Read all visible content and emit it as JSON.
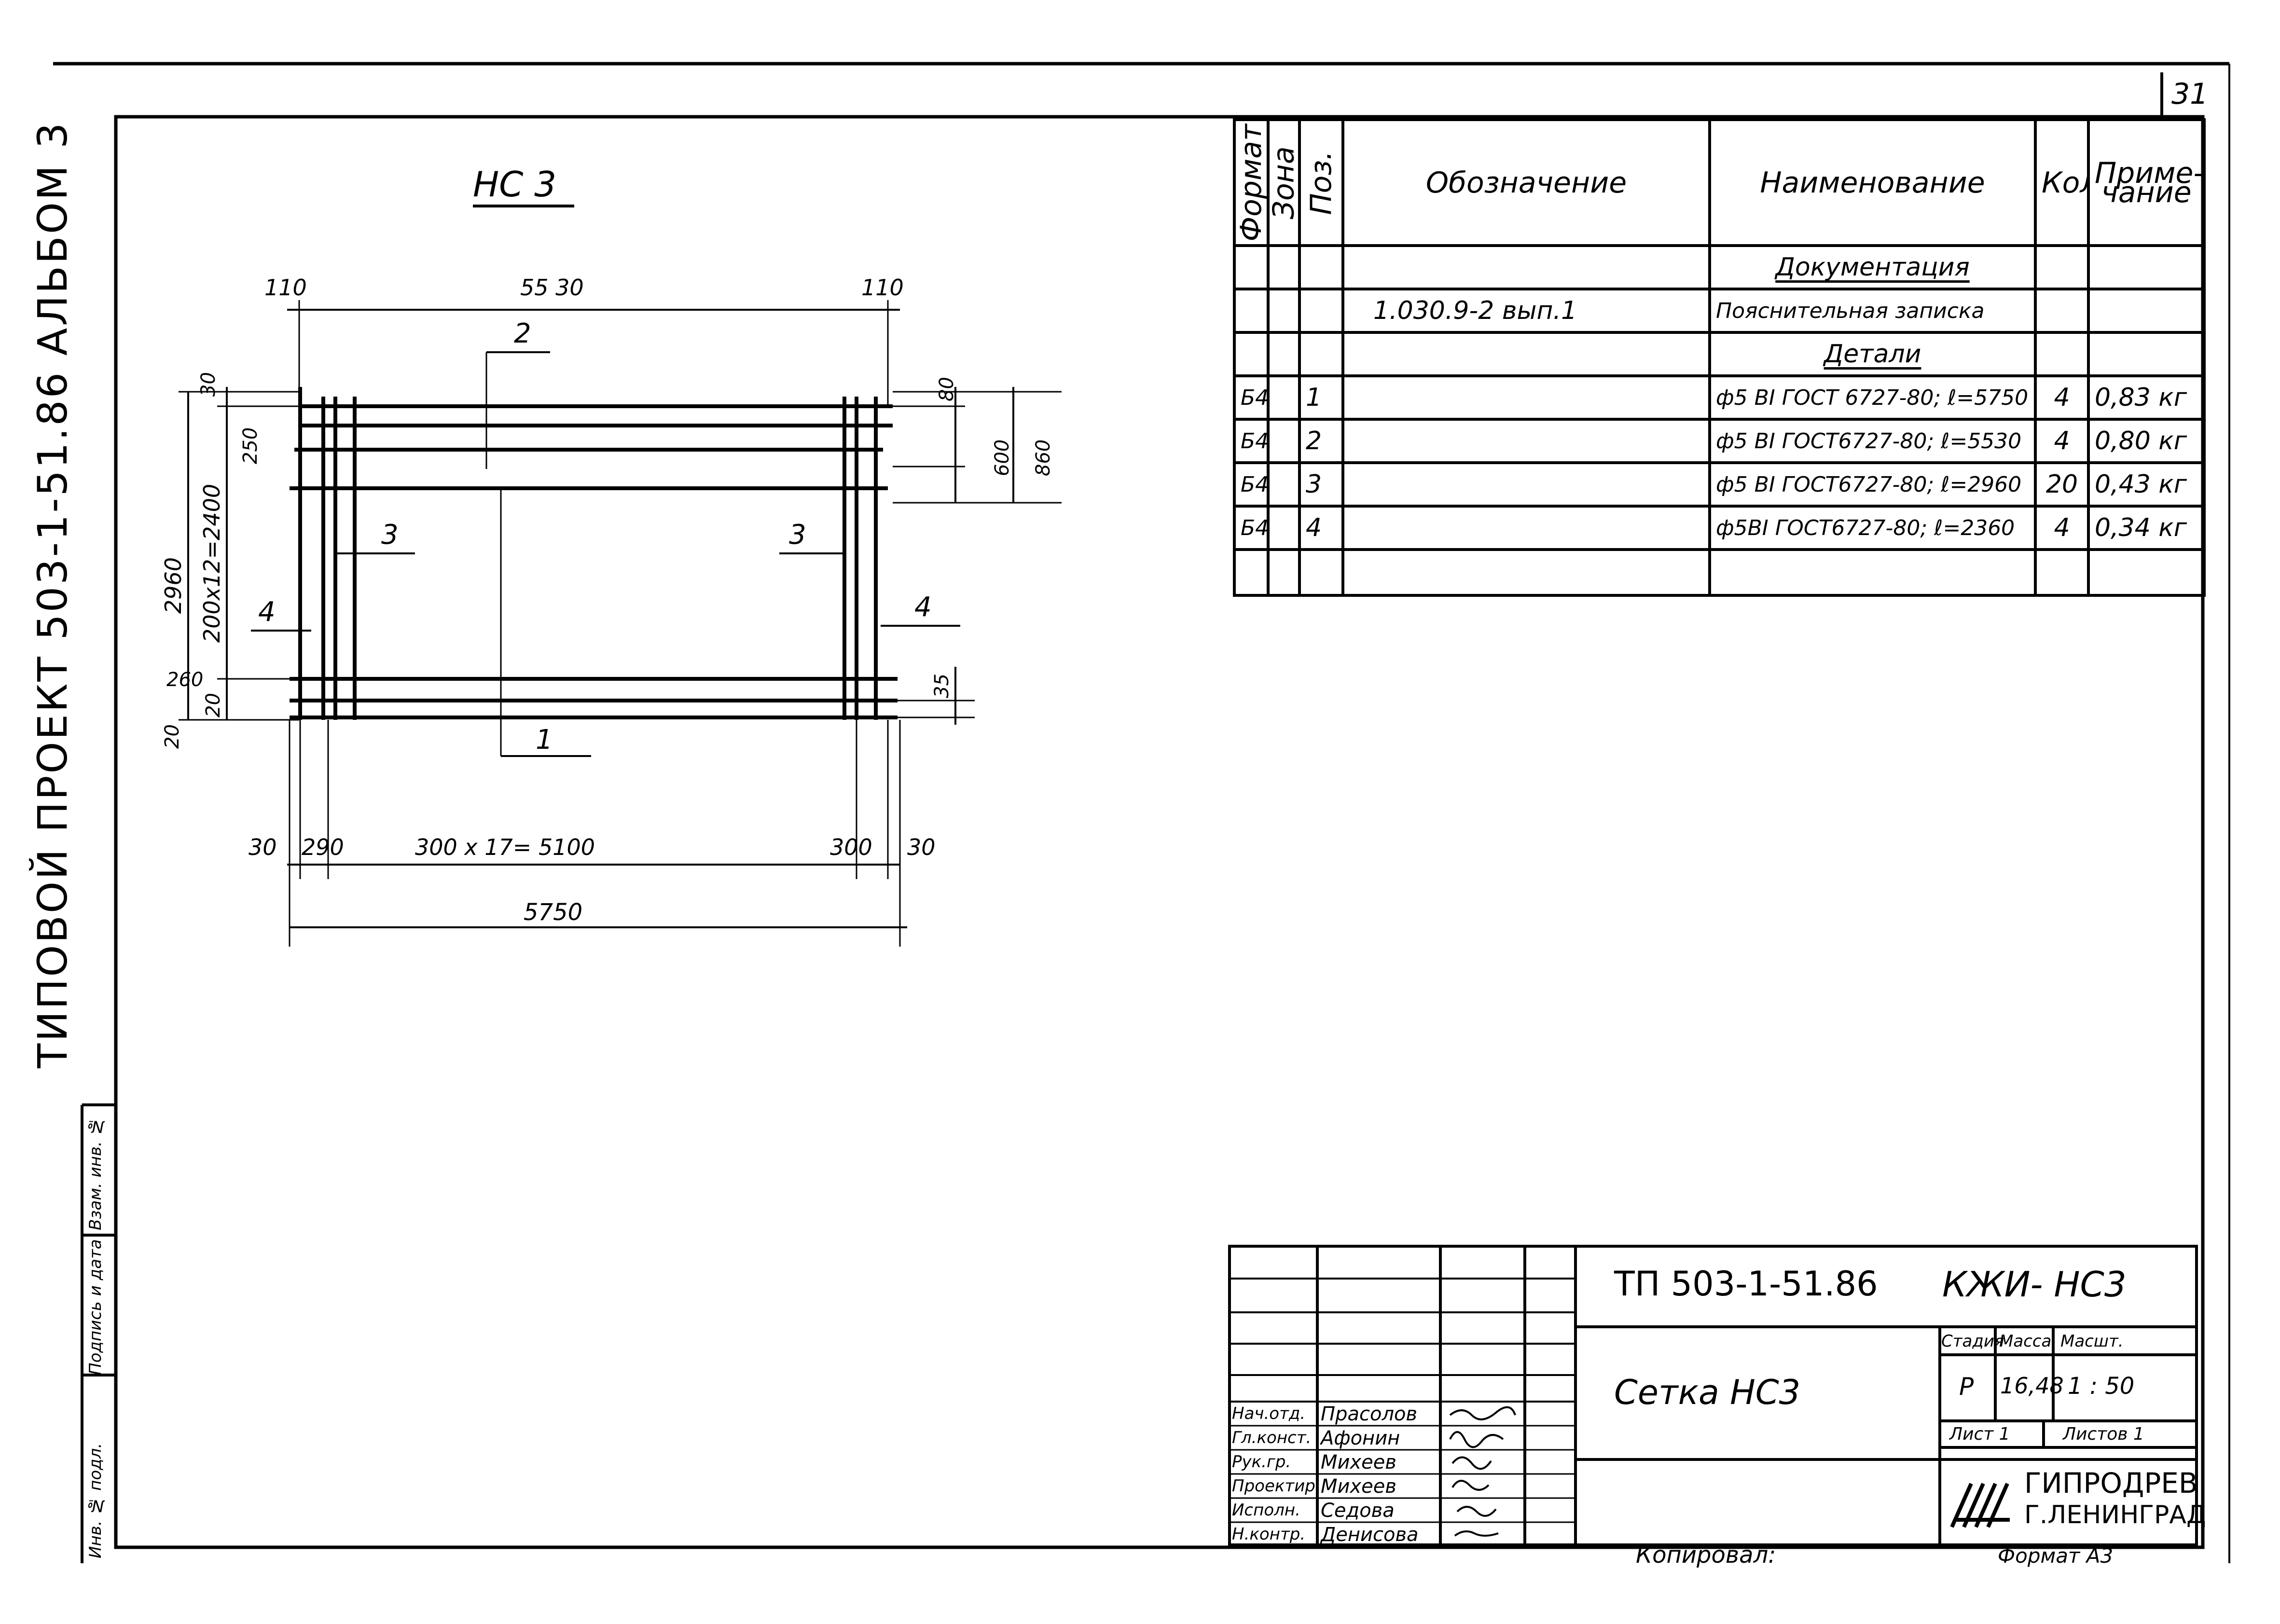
{
  "sheet_number": "31",
  "side_title": "ТИПОВОЙ  ПРОЕКТ  503-1-51.86    АЛЬБОМ 3",
  "side_labels": [
    "Инв. № подл.",
    "Подпись и дата",
    "Взам. инв. №"
  ],
  "drawing": {
    "title": "НС 3",
    "dims": {
      "top_left": "110",
      "top_mid": "55 30",
      "top_right": "110",
      "left_total": "2960",
      "left_step": "200х12=2400",
      "left_30": "30",
      "left_250": "250",
      "left_260": "260",
      "left_20b": "20",
      "left_20": "20",
      "right_80": "80",
      "right_600": "600",
      "right_860": "860",
      "right_35": "35",
      "bot_30l": "30",
      "bot_290": "290",
      "bot_step": "300 х 17= 5100",
      "bot_300": "300",
      "bot_30r": "30",
      "bot_total": "5750"
    },
    "positions": {
      "p1": "1",
      "p2": "2",
      "p3l": "3",
      "p3r": "3",
      "p4l": "4",
      "p4r": "4"
    }
  },
  "spec": {
    "headers": {
      "format": "Формат",
      "zone": "Зона",
      "pos": "Поз.",
      "designation": "Обозначение",
      "name": "Наименование",
      "qty": "Кол.",
      "note": "Приме- чание"
    },
    "section_docs": "Документация",
    "doc_designation": "1.030.9-2 вып.1",
    "doc_name": "Пояснительная записка",
    "section_parts": "Детали",
    "rows": [
      {
        "format": "Б4",
        "pos": "1",
        "name": "ф5 ВI ГОСТ 6727-80; ℓ=5750",
        "qty": "4",
        "note": "0,83 кг"
      },
      {
        "format": "Б4",
        "pos": "2",
        "name": "ф5 ВI ГОСТ6727-80; ℓ=5530",
        "qty": "4",
        "note": "0,80 кг"
      },
      {
        "format": "Б4",
        "pos": "3",
        "name": "ф5 ВI ГОСТ6727-80; ℓ=2960",
        "qty": "20",
        "note": "0,43 кг"
      },
      {
        "format": "Б4",
        "pos": "4",
        "name": "ф5ВI ГОСТ6727-80; ℓ=2360",
        "qty": "4",
        "note": "0,34 кг"
      }
    ]
  },
  "stamp": {
    "doc_code": "ТП 503-1-51.86",
    "mark": "КЖИ- НС3",
    "title": "Сетка НС3",
    "stage_label": "Стадия",
    "mass_label": "Масса",
    "scale_label": "Масшт.",
    "stage": "Р",
    "mass": "16,48",
    "scale": "1 : 50",
    "sheet_label": "Лист 1",
    "sheets_label": "Листов 1",
    "org_line1": "ГИПРОДРЕВ",
    "org_line2": "Г.ЛЕНИНГРАД",
    "people": [
      {
        "role": "Нач.отд.",
        "name": "Прасолов"
      },
      {
        "role": "Гл.конст.",
        "name": "Афонин"
      },
      {
        "role": "Рук.гр.",
        "name": "Михеев"
      },
      {
        "role": "Проектир.",
        "name": "Михеев"
      },
      {
        "role": "Исполн.",
        "name": "Седова"
      },
      {
        "role": "Н.контр.",
        "name": "Денисова"
      }
    ]
  },
  "footer": {
    "copied": "Копировал:",
    "format": "Формат А3"
  }
}
